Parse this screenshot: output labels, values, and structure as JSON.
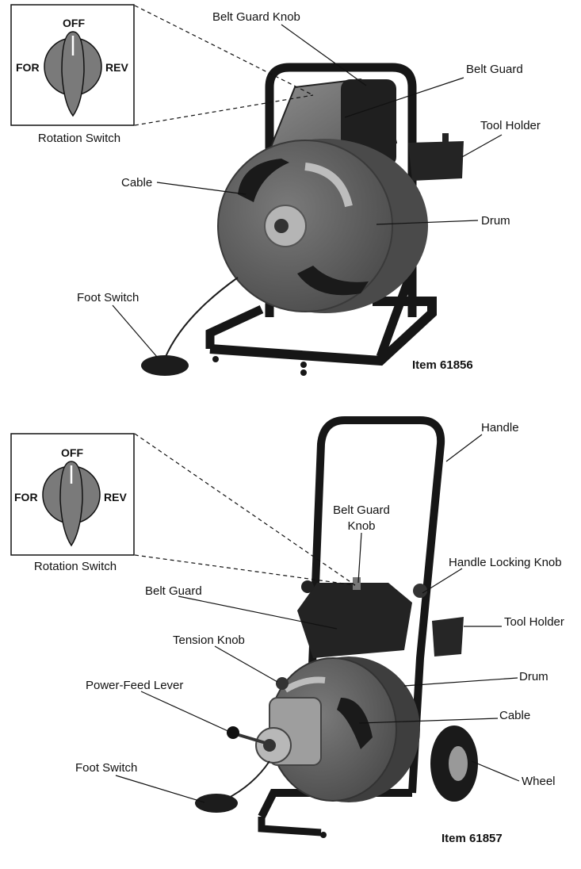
{
  "colors": {
    "ink": "#111111",
    "drum": "#5f5f5f",
    "drum_dark": "#3e3e3e",
    "frame": "#161616",
    "knob": "#8a8a8a"
  },
  "top": {
    "item": "Item 61856",
    "switch": {
      "off": "OFF",
      "for": "FOR",
      "rev": "REV",
      "caption": "Rotation Switch"
    },
    "labels": {
      "belt_guard_knob": "Belt Guard Knob",
      "belt_guard": "Belt Guard",
      "tool_holder": "Tool Holder",
      "cable": "Cable",
      "drum": "Drum",
      "foot_switch": "Foot Switch"
    }
  },
  "bottom": {
    "item": "Item 61857",
    "switch": {
      "off": "OFF",
      "for": "FOR",
      "rev": "REV",
      "caption": "Rotation Switch"
    },
    "labels": {
      "handle": "Handle",
      "belt_guard_knob_1": "Belt Guard",
      "belt_guard_knob_2": "Knob",
      "handle_locking_knob": "Handle Locking Knob",
      "belt_guard": "Belt Guard",
      "tool_holder": "Tool Holder",
      "tension_knob": "Tension Knob",
      "drum": "Drum",
      "power_feed_lever": "Power-Feed Lever",
      "cable": "Cable",
      "foot_switch": "Foot Switch",
      "wheel": "Wheel"
    }
  }
}
